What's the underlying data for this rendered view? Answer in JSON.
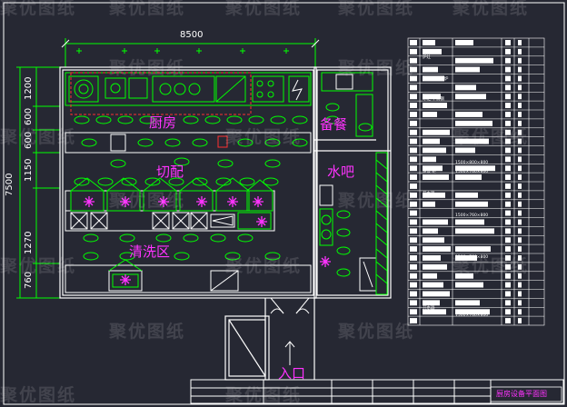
{
  "dimensions": {
    "overall_width": "8500",
    "overall_height": "7500",
    "left_segments": [
      "1200",
      "600",
      "600",
      "1150",
      "1270",
      "760"
    ]
  },
  "rooms": {
    "kitchen": "厨房",
    "serving": "备餐",
    "prep": "切配",
    "bar": "水吧",
    "washing": "清洗区",
    "entrance": "入口"
  },
  "table_rows": [
    "",
    "",
    "炉灶",
    "",
    "",
    "炒菜炉 炖汤炉",
    "",
    "",
    "",
    "冰柜 不锈钢",
    "",
    "",
    "",
    "",
    "",
    "",
    "蒸饭 柜",
    "",
    "",
    "开水器",
    "",
    "",
    "",
    "",
    "",
    "",
    "",
    "",
    "",
    "",
    "",
    "开水器"
  ],
  "table_dims": {
    "row_4": "1500×800×800",
    "row_19": "1500×760×800",
    "row_22": "1500×760×800",
    "row_26": "1200×760×800",
    "row_28": "1500×760×800"
  },
  "title_stamp": "厨房设备平面图",
  "watermark": "聚优图纸",
  "colors": {
    "background": "#262833",
    "walls": "#ffffff",
    "equipment": "#00ff00",
    "text_room": "#ff33ff",
    "red_marks": "#ff3030",
    "table_lines": "#ffffff"
  }
}
